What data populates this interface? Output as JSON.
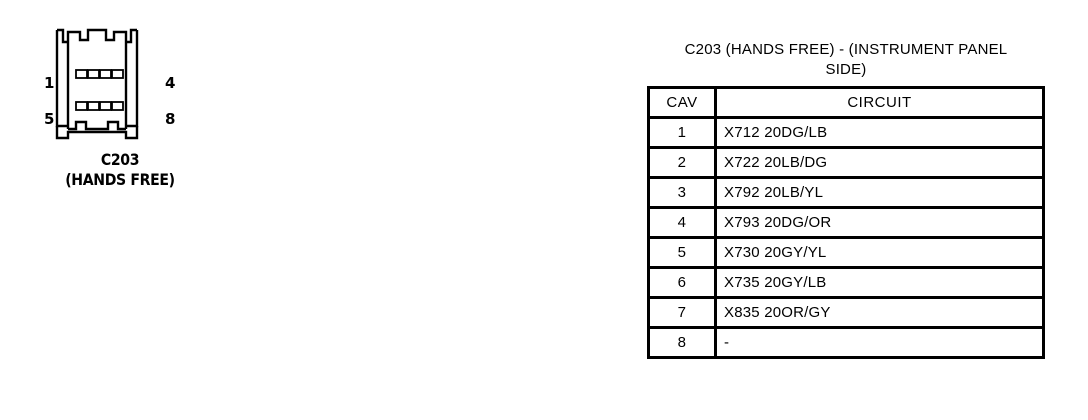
{
  "connector": {
    "id": "C203",
    "name": "(HANDS FREE)",
    "caption_line1": "C203",
    "caption_line2": "(HANDS FREE)",
    "pin_labels": {
      "top_left": "1",
      "bottom_left": "5",
      "top_right": "4",
      "bottom_right": "8"
    },
    "cavity_rows": 2,
    "cavities_per_row": 4,
    "line_color": "#000000",
    "background_color": "#ffffff"
  },
  "pinout": {
    "title": "C203 (HANDS FREE) - (INSTRUMENT PANEL\nSIDE)",
    "columns": [
      "CAV",
      "CIRCUIT"
    ],
    "rows": [
      {
        "cav": "1",
        "circuit": "X712  20DG/LB"
      },
      {
        "cav": "2",
        "circuit": "X722  20LB/DG"
      },
      {
        "cav": "3",
        "circuit": "X792  20LB/YL"
      },
      {
        "cav": "4",
        "circuit": "X793  20DG/OR"
      },
      {
        "cav": "5",
        "circuit": "X730  20GY/YL"
      },
      {
        "cav": "6",
        "circuit": "X735  20GY/LB"
      },
      {
        "cav": "7",
        "circuit": "X835  20OR/GY"
      },
      {
        "cav": "8",
        "circuit": "-"
      }
    ]
  }
}
